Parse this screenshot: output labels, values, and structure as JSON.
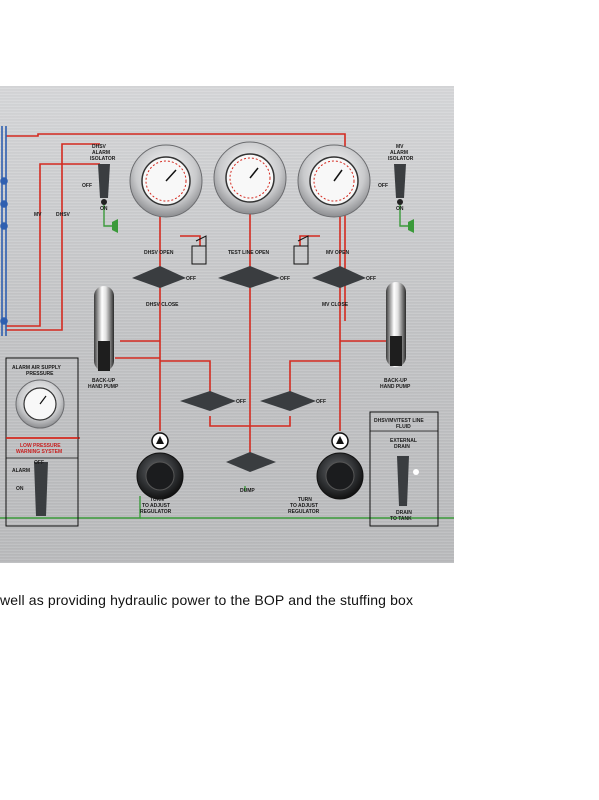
{
  "labels": {
    "dhsv": "DHSV",
    "mv": "MV",
    "dhsv_alarm_isolator": [
      "DHSV",
      "ALARM",
      "ISOLATOR"
    ],
    "mv_alarm_isolator": [
      "MV",
      "ALARM",
      "ISOLATOR"
    ],
    "off": "OFF",
    "on": "ON",
    "dhsv_open": "DHSV OPEN",
    "test_line_open": "TEST LINE OPEN",
    "mv_open": "MV OPEN",
    "dhsv_close": "DHSV CLOSE",
    "mv_close": "MV CLOSE",
    "backup_hand_pump": [
      "BACK-UP",
      "HAND PUMP"
    ],
    "alarm_air_supply": [
      "ALARM AIR SUPPLY",
      "PRESSURE"
    ],
    "low_pressure_warning": [
      "LOW PRESSURE",
      "WARNING SYSTEM"
    ],
    "alarm": "ALARM",
    "dump": "DUMP",
    "turn_to_adjust": [
      "TURN",
      "TO ADJUST",
      "REGULATOR"
    ],
    "dhsv_test_line_fluid": [
      "DHSV/MV/TEST LINE",
      "FLUID"
    ],
    "external_drain": [
      "EXTERNAL",
      "DRAIN"
    ],
    "drain_to_tank": [
      "DRAIN",
      "TO TANK"
    ]
  },
  "caption": "well as providing hydraulic power to the BOP and the stuffing box",
  "colors": {
    "hydraulic_line": "#d42a20",
    "air_line": "#3a9a3a",
    "blue_line": "#2f5fb0",
    "valve_handle": "#3a3d40",
    "panel": "#c8c9cb"
  }
}
